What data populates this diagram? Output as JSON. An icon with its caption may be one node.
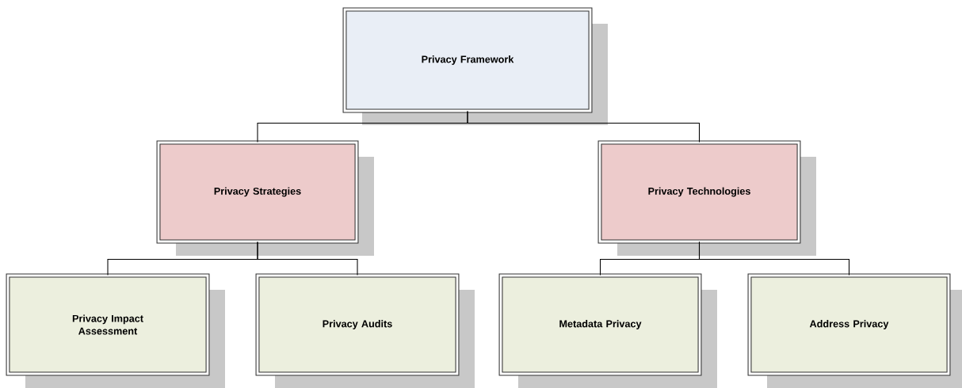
{
  "diagram": {
    "nodes": [
      {
        "text": [
          "Privacy Framework"
        ]
      },
      {
        "text": [
          "Privacy Strategies"
        ]
      },
      {
        "text": [
          "Privacy Technologies"
        ]
      },
      {
        "text": [
          "Privacy Impact Assessment"
        ]
      },
      {
        "text": [
          "Privacy Audits"
        ]
      },
      {
        "text": [
          "Metadata Privacy"
        ]
      },
      {
        "text": [
          "Address Privacy"
        ]
      }
    ],
    "edges": [
      {
        "from": 0,
        "to": 1,
        "arrow": "none"
      },
      {
        "from": 0,
        "to": 2,
        "arrow": "none"
      },
      {
        "from": 1,
        "to": 3,
        "arrow": "none"
      },
      {
        "from": 1,
        "to": 4,
        "arrow": "none"
      },
      {
        "from": 2,
        "to": 5,
        "arrow": "none"
      },
      {
        "from": 2,
        "to": 6,
        "arrow": "none"
      }
    ]
  }
}
